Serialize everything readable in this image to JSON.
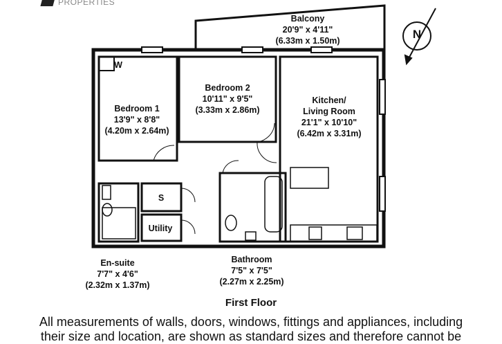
{
  "logo": {
    "text": "PROPERTIES"
  },
  "rooms": [
    {
      "name": "Balcony",
      "imperial": "20'9\" x 4'11\"",
      "metric": "(6.33m x 1.50m)"
    },
    {
      "name": "Bedroom 2",
      "imperial": "10'11\" x 9'5\"",
      "metric": "(3.33m x 2.86m)"
    },
    {
      "name": "Kitchen/\nLiving Room",
      "name1": "Kitchen/",
      "name2": "Living Room",
      "imperial": "21'1\" x 10'10\"",
      "metric": "(6.42m x 3.31m)"
    },
    {
      "name": "Bedroom 1",
      "imperial": "13'9\" x 8'8\"",
      "metric": "(4.20m x 2.64m)"
    },
    {
      "name": "En-suite",
      "imperial": "7'7\" x 4'6\"",
      "metric": "(2.32m x 1.37m)"
    },
    {
      "name": "Bathroom",
      "imperial": "7'5\" x 7'5\"",
      "metric": "(2.27m x 2.25m)"
    }
  ],
  "small_labels": {
    "wardrobe": "W",
    "store": "S",
    "utility": "Utility"
  },
  "compass": {
    "label": "N"
  },
  "floor_title": "First Floor",
  "disclaimer": {
    "line1": "All measurements of walls, doors, windows, fittings and appliances, including",
    "line2": "their size and location, are shown as standard sizes and therefore cannot be"
  }
}
